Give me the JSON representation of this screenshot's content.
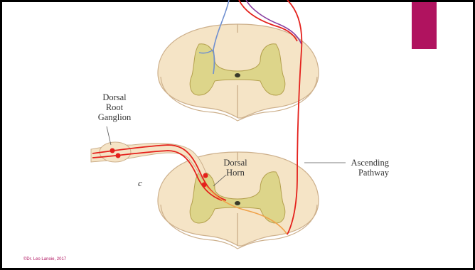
{
  "colors": {
    "accent": "#b0135f",
    "cord": "#f5e4c6",
    "cord_edge": "#cdb08c",
    "gray_matter": "#ddd58a",
    "gray_edge": "#b4a04e",
    "red": "#e4211c",
    "blue": "#6f8fd0",
    "purple": "#8a3fa0",
    "label_text": "#333333",
    "credit_text": "#b0135f"
  },
  "labels": {
    "dorsal_root_ganglion": [
      "Dorsal",
      "Root",
      "Ganglion"
    ],
    "dorsal_horn": [
      "Dorsal",
      "Horn"
    ],
    "ascending_pathway": [
      "Ascending",
      "Pathway"
    ],
    "panel_letter": "c"
  },
  "footer": {
    "credit": "©Dr. Leo Lanoie, 2017"
  }
}
